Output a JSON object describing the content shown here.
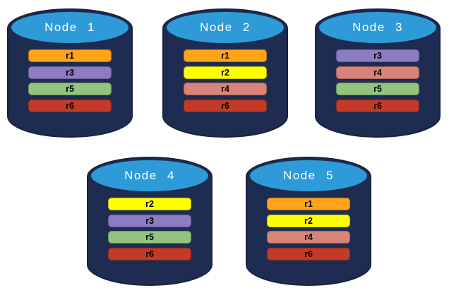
{
  "diagram": {
    "type": "database-replica-distribution",
    "replica_colors": {
      "r1": "#FFA319",
      "r2": "#FFFF00",
      "r3": "#8B7CC3",
      "r4": "#D98478",
      "r5": "#93C47D",
      "r6": "#C33A26"
    },
    "node_body_color": "#1D2C50",
    "node_top_color": "#2E9BD8",
    "nodes": [
      {
        "label": "Node 1",
        "replicas": [
          "r1",
          "r3",
          "r5",
          "r6"
        ]
      },
      {
        "label": "Node 2",
        "replicas": [
          "r1",
          "r2",
          "r4",
          "r6"
        ]
      },
      {
        "label": "Node 3",
        "replicas": [
          "r3",
          "r4",
          "r5",
          "r6"
        ]
      },
      {
        "label": "Node 4",
        "replicas": [
          "r2",
          "r3",
          "r5",
          "r6"
        ]
      },
      {
        "label": "Node 5",
        "replicas": [
          "r1",
          "r2",
          "r4",
          "r6"
        ]
      }
    ]
  }
}
